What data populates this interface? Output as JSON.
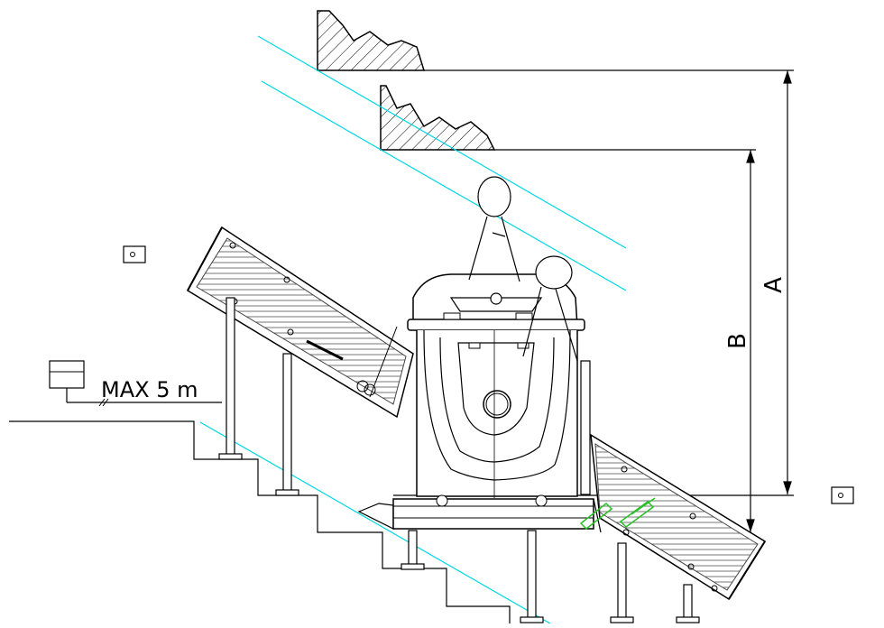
{
  "drawing": {
    "cable_label": "MAX 5 m",
    "dimension_a_label": "A",
    "dimension_b_label": "B",
    "colors": {
      "line": "#000000",
      "cyan_guide": "#00d6e6",
      "green_marker": "#28c028",
      "hatch": "#000000",
      "rail_gray": "#6a6a6a"
    },
    "icons": [
      "call-station-icon",
      "control-box-icon",
      "seated-person-icon",
      "hatched-ceiling-icon"
    ]
  }
}
